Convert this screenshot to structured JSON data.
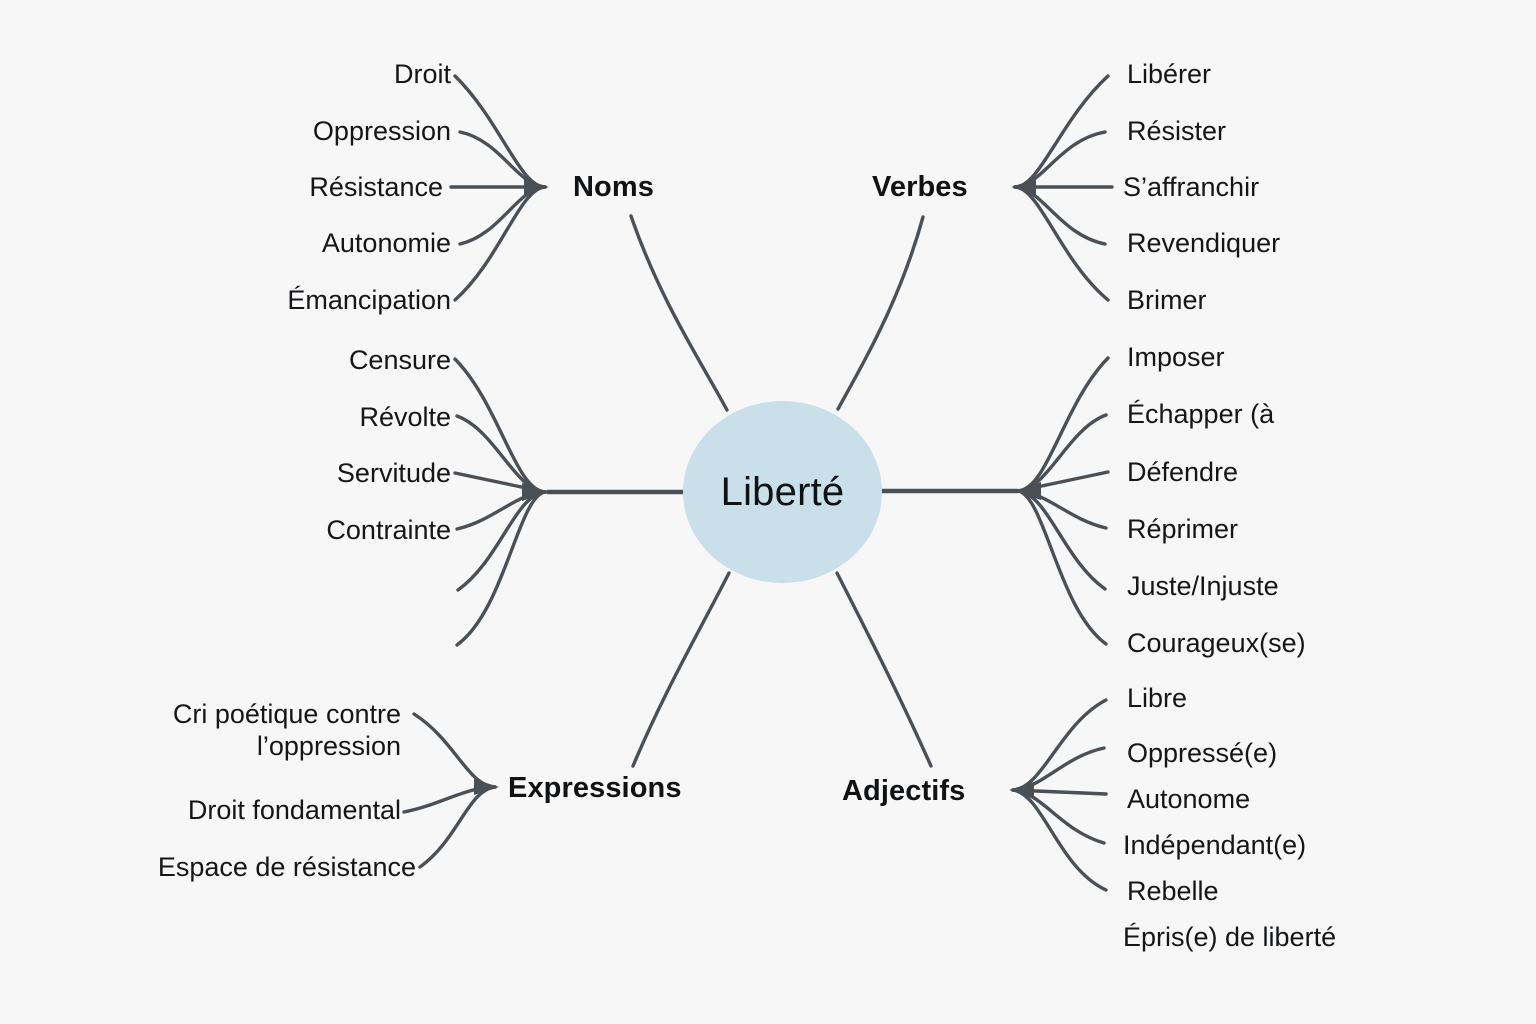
{
  "diagram": {
    "type": "mindmap",
    "title": "Liberté",
    "background_color": "#f7f7f7",
    "line_color": "#4a5055",
    "center": {
      "label": "Liberté",
      "fill_color": "#c9dfea",
      "text_color": "#111214"
    },
    "branches": [
      {
        "id": "noms",
        "label": "Noms",
        "side": "left",
        "leaves": [
          {
            "label": "Droit"
          },
          {
            "label": "Oppression"
          },
          {
            "label": "Résistance"
          },
          {
            "label": "Autonomie"
          },
          {
            "label": "Émancipation"
          }
        ]
      },
      {
        "id": "verbes",
        "label": "Verbes",
        "side": "right",
        "leaves": [
          {
            "label": "Libérer"
          },
          {
            "label": "Résister"
          },
          {
            "label": "S’affranchir"
          },
          {
            "label": "Revendiquer"
          },
          {
            "label": "Brimer"
          }
        ]
      },
      {
        "id": "middle-left",
        "label": "",
        "side": "left",
        "leaves": [
          {
            "label": "Censure"
          },
          {
            "label": "Révolte"
          },
          {
            "label": "Servitude"
          },
          {
            "label": "Contrainte"
          },
          {
            "label": ""
          },
          {
            "label": ""
          }
        ]
      },
      {
        "id": "middle-right",
        "label": "",
        "side": "right",
        "leaves": [
          {
            "label": "Imposer"
          },
          {
            "label": "Échapper (à"
          },
          {
            "label": "Défendre"
          },
          {
            "label": "Réprimer"
          },
          {
            "label": "Juste/Injuste"
          },
          {
            "label": "Courageux(se)"
          }
        ]
      },
      {
        "id": "expressions",
        "label": "Expressions",
        "side": "left",
        "leaves": [
          {
            "label": "Cri poétique contre l’oppression"
          },
          {
            "label": "Droit fondamental"
          },
          {
            "label": "Espace de résistance"
          }
        ]
      },
      {
        "id": "adjectifs",
        "label": "Adjectifs",
        "side": "right",
        "leaves": [
          {
            "label": "Libre"
          },
          {
            "label": "Oppressé(e)"
          },
          {
            "label": "Autonome"
          },
          {
            "label": "Indépendant(e)"
          },
          {
            "label": "Rebelle"
          },
          {
            "label": "Épris(e) de liberté"
          }
        ]
      }
    ]
  }
}
